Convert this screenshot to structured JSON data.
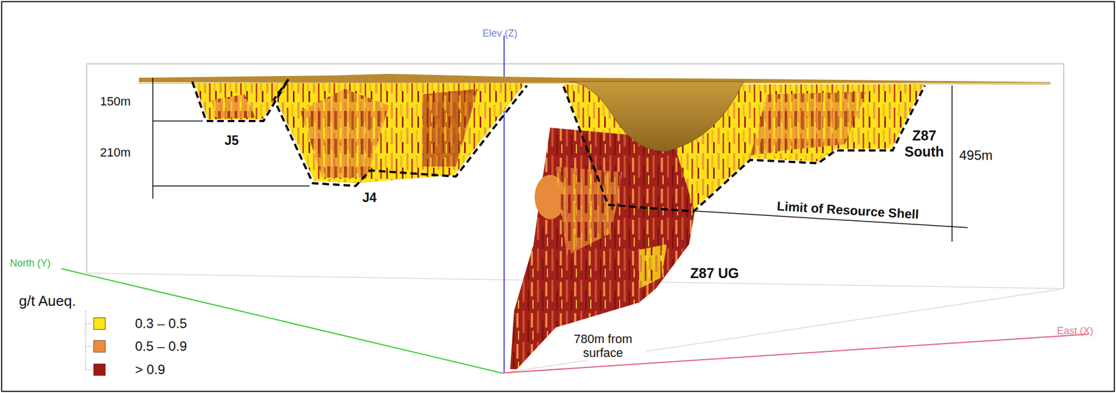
{
  "diagram": {
    "labels": [
      "Elev (Z)",
      "150m",
      "J5",
      "210m",
      "J4",
      "Z87 South",
      "495m",
      "Limit of Resource Shell",
      "North (Y)",
      "Z87 UG",
      "780m from surface",
      "East (X)",
      "g/t Aueq."
    ],
    "legend": [
      {
        "text": "0.3 – 0.5",
        "color": "#ffe21a"
      },
      {
        "text": "0.5 – 0.9",
        "color": "#ee8a3a"
      },
      {
        "text": "> 0.9",
        "color": "#9e1a12"
      }
    ]
  }
}
